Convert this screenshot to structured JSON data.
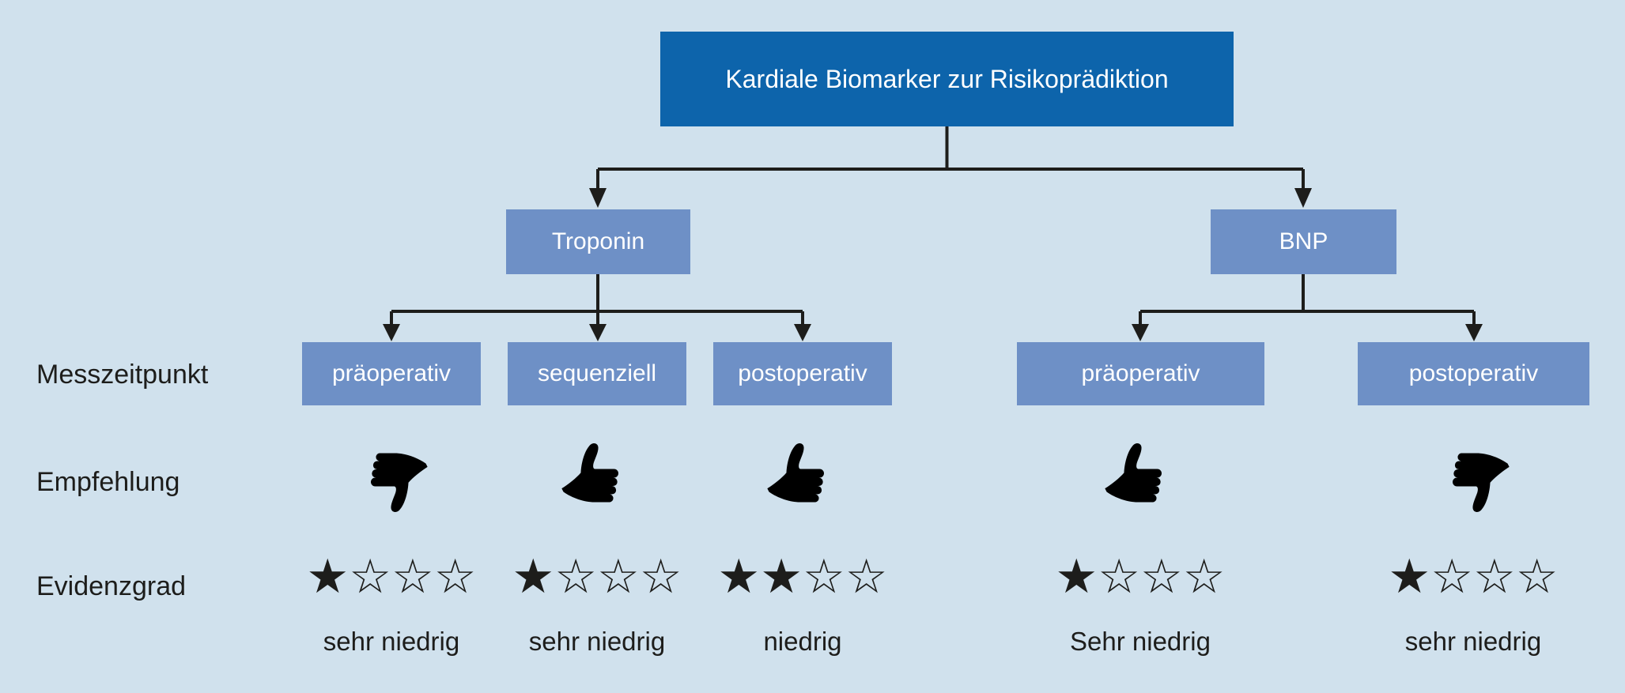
{
  "root_label": "Kardiale Biomarker zur Risikoprädiktion",
  "level2": [
    {
      "label": "Troponin"
    },
    {
      "label": "BNP"
    }
  ],
  "row_labels": {
    "measurement_time": "Messzeitpunkt",
    "recommendation": "Empfehlung",
    "evidence_grade": "Evidenzgrad"
  },
  "columns": [
    {
      "branch": "Troponin",
      "label": "präoperativ",
      "recommendation": "thumbs-down",
      "evidence": {
        "filled": 1,
        "total": 4,
        "display": "★☆☆☆",
        "label": "sehr niedrig"
      }
    },
    {
      "branch": "Troponin",
      "label": "sequenziell",
      "recommendation": "thumbs-up",
      "evidence": {
        "filled": 1,
        "total": 4,
        "display": "★☆☆☆",
        "label": "sehr niedrig"
      }
    },
    {
      "branch": "Troponin",
      "label": "postoperativ",
      "recommendation": "thumbs-up",
      "evidence": {
        "filled": 2,
        "total": 4,
        "display": "★★☆☆",
        "label": "niedrig"
      }
    },
    {
      "branch": "BNP",
      "label": "präoperativ",
      "recommendation": "thumbs-up",
      "evidence": {
        "filled": 1,
        "total": 4,
        "display": "★☆☆☆",
        "label": "Sehr niedrig"
      }
    },
    {
      "branch": "BNP",
      "label": "postoperativ",
      "recommendation": "thumbs-down",
      "evidence": {
        "filled": 1,
        "total": 4,
        "display": "★☆☆☆",
        "label": "sehr niedrig"
      }
    }
  ],
  "icons": {
    "thumbs_up": "thumbs-up-icon",
    "thumbs_down": "thumbs-down-icon",
    "star_filled": "★",
    "star_empty": "☆"
  },
  "colors": {
    "background": "#d0e1ed",
    "title_box": "#0d64ab",
    "node_box": "#6e90c6",
    "box_text": "#ffffff",
    "connector": "#1d1d1b",
    "thumb_icon": "#878787",
    "star": "#1d1d1b",
    "label_text": "#1d1d1b"
  }
}
